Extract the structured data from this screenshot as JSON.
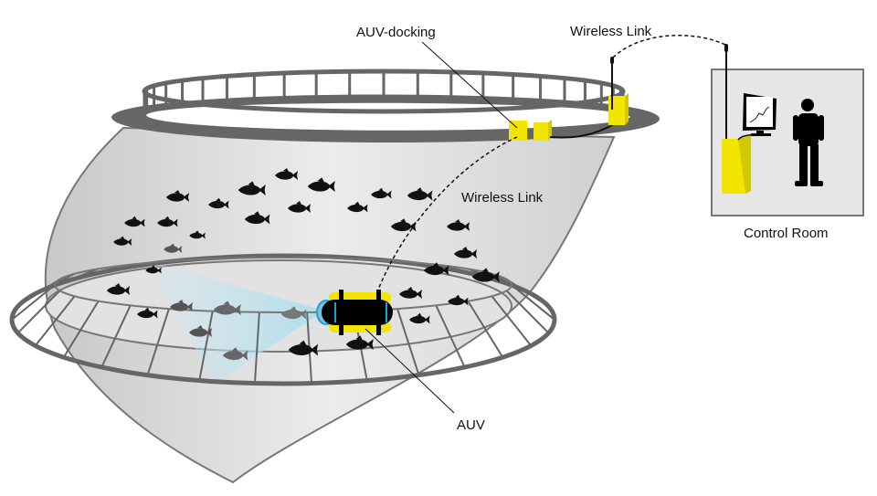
{
  "labels": {
    "auv_docking": "AUV-docking",
    "wireless_link_top": "Wireless Link",
    "wireless_link_net": "Wireless Link",
    "control_room": "Control Room",
    "auv": "AUV"
  },
  "colors": {
    "ring": "#666666",
    "net": "#dcdcdc",
    "device_yellow": "#f2e600",
    "sonar_beam": "#bfe3f0",
    "room_bg": "#e6e6e6",
    "auv_body": "#000000",
    "auv_accent": "#1aa3d9"
  },
  "icons": [
    "fish-icon",
    "monitor-icon",
    "operator-icon",
    "antenna-icon",
    "auv-icon",
    "docking-station-icon"
  ]
}
